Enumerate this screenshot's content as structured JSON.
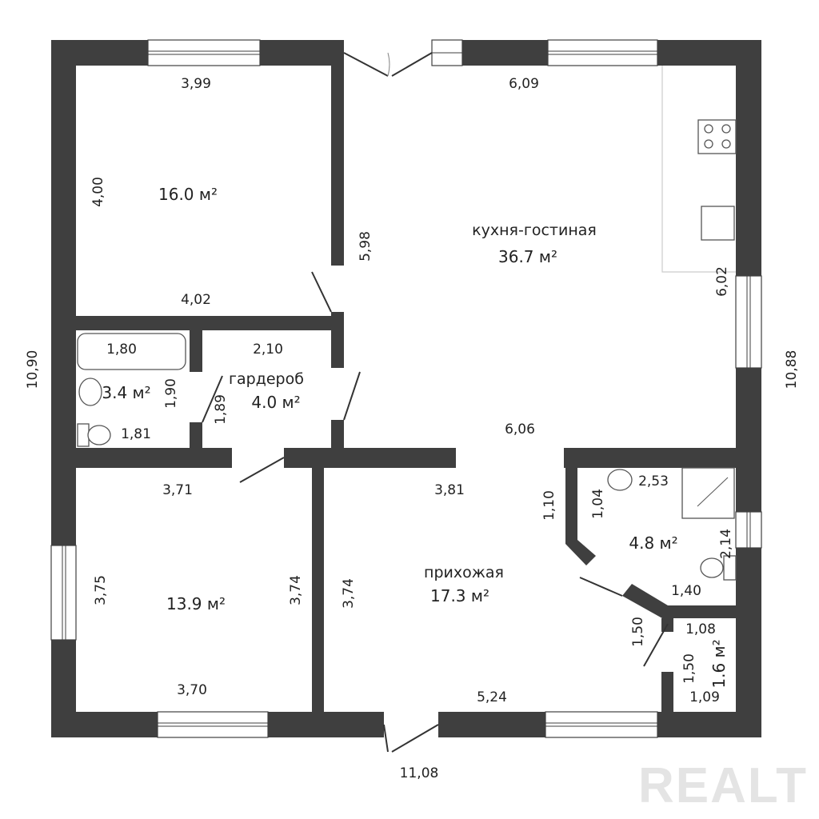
{
  "plan": {
    "overall": {
      "left_height": "10,90",
      "right_height": "10,88",
      "bottom_width": "11,08"
    },
    "rooms": {
      "bedroom1": {
        "area": "16.0 м²",
        "top": "3,99",
        "left": "4,00",
        "bottom": "4,02"
      },
      "kitchen": {
        "name": "кухня-гостиная",
        "area": "36.7 м²",
        "top": "6,09",
        "left": "5,98",
        "right": "6,02",
        "bottom": "6,06"
      },
      "bathroom": {
        "area": "3.4 м²",
        "top": "1,80",
        "right": "1,90",
        "bottom": "1,81"
      },
      "wardrobe": {
        "name": "гардероб",
        "area": "4.0 м²",
        "top": "2,10",
        "left": "1,89"
      },
      "bedroom2": {
        "area": "13.9 м²",
        "top": "3,71",
        "left": "3,75",
        "right": "3,74",
        "bottom": "3,70"
      },
      "hallway": {
        "name": "прихожая",
        "area": "17.3 м²",
        "top": "3,81",
        "left": "3,74",
        "right_top": "1,10",
        "right_bottom": "1,50",
        "bottom": "5,24"
      },
      "shower": {
        "area": "4.8 м²",
        "top": "2,53",
        "left": "1,04",
        "right": "2,14",
        "bottom": "1,40"
      },
      "toilet": {
        "area": "1.6 м²",
        "top": "1,08",
        "left": "1,50",
        "bottom": "1,09"
      }
    }
  },
  "watermark": {
    "logo": "REALT"
  }
}
